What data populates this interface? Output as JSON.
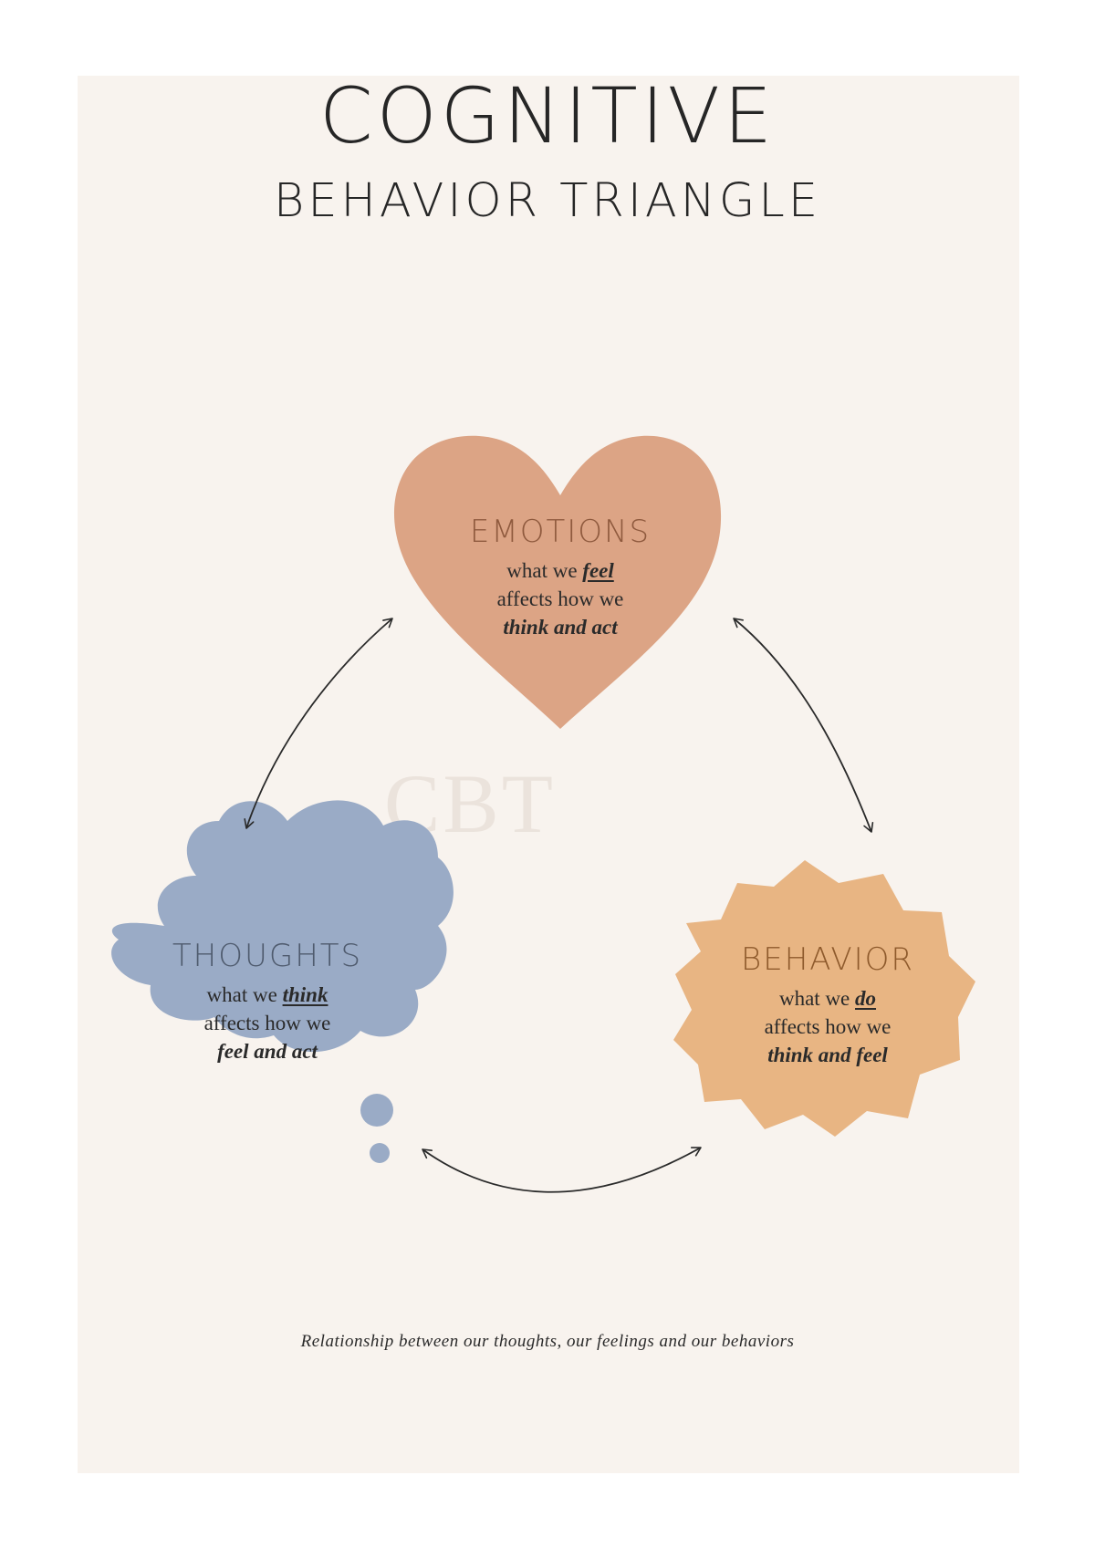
{
  "title": {
    "main": "COGNITIVE",
    "sub": "BEHAVIOR TRIANGLE"
  },
  "center_label": "CBT",
  "nodes": {
    "emotions": {
      "title": "EMOTIONS",
      "line1_prefix": "what we",
      "line1_emphasis": "feel",
      "line2": "affects how we",
      "line3": "think and act",
      "shape": "heart",
      "fill_color": "#dca485",
      "title_color": "#8f5a3e"
    },
    "thoughts": {
      "title": "THOUGHTS",
      "line1_prefix": "what we",
      "line1_emphasis": "think",
      "line2": "affects how we",
      "line3": "feel and act",
      "shape": "thought-cloud",
      "fill_color": "#9aabc6",
      "title_color": "#4f5b6e"
    },
    "behavior": {
      "title": "BEHAVIOR",
      "line1_prefix": "what we",
      "line1_emphasis": "do",
      "line2": "affects how we",
      "line3": "think and feel",
      "shape": "burst",
      "fill_color": "#e8b583",
      "title_color": "#8e5a2c"
    }
  },
  "caption": "Relationship between our thoughts, our feelings and our behaviors",
  "colors": {
    "poster_background": "#f8f3ee",
    "text": "#262626",
    "arrows": "#2a2a2a",
    "watermark": "#ebe3dc"
  }
}
